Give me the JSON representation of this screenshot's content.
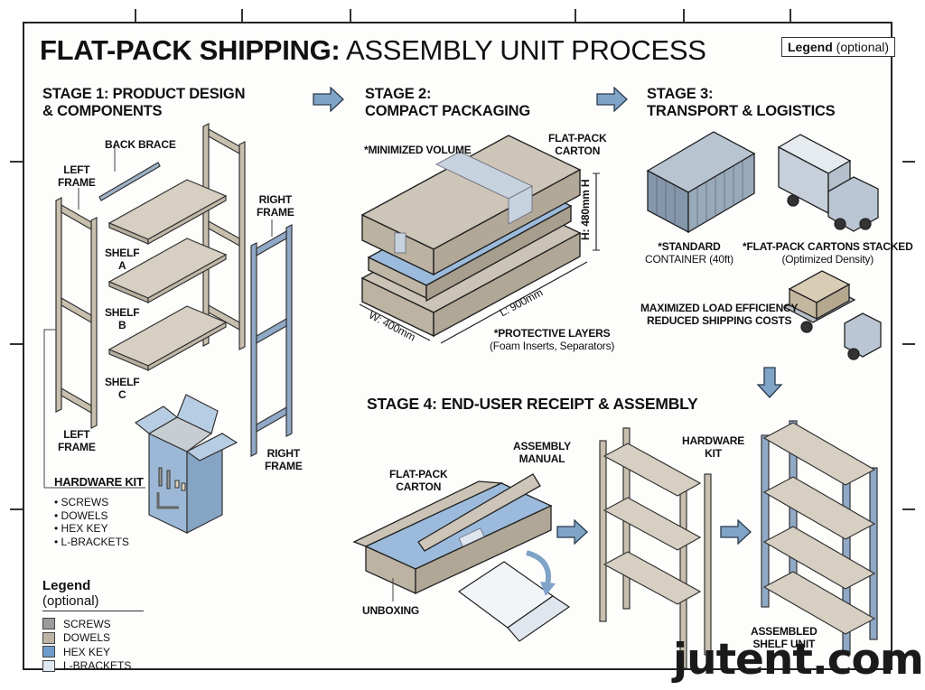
{
  "title": {
    "bold": "FLAT-PACK SHIPPING:",
    "regular": " ASSEMBLY UNIT PROCESS"
  },
  "legend_top": {
    "bold": "Legend",
    "regular": " (optional)"
  },
  "colors": {
    "wood": "#cfc7b8",
    "frame_tan": "#c9bfae",
    "steel_blue": "#8fa9c6",
    "arrow_blue": "#7fa4c8",
    "cardboard": "#cbc3b5",
    "foam_blue": "#9cbbdc",
    "outline": "#222222"
  },
  "stage1": {
    "heading_line1": "STAGE 1: PRODUCT DESIGN",
    "heading_line2": "& COMPONENTS",
    "labels": {
      "back_brace": "BACK BRACE",
      "left_frame_top_1": "LEFT",
      "left_frame_top_2": "FRAME",
      "right_frame_top_1": "RIGHT",
      "right_frame_top_2": "FRAME",
      "shelf_a_1": "SHELF",
      "shelf_a_2": "A",
      "shelf_b_1": "SHELF",
      "shelf_b_2": "B",
      "shelf_c_1": "SHELF",
      "shelf_c_2": "C",
      "left_frame_bottom_1": "LEFT",
      "left_frame_bottom_2": "FRAME",
      "right_frame_bottom_1": "RIGHT",
      "right_frame_bottom_2": "FRAME",
      "hardware_kit": "HARDWARE KIT"
    },
    "hardware_items": [
      "SCREWS",
      "DOWELS",
      "HEX KEY",
      "L-BRACKETS"
    ]
  },
  "stage2": {
    "heading_line1": "STAGE 2:",
    "heading_line2": "COMPACT PACKAGING",
    "labels": {
      "minimized_volume": "*MINIMIZED VOLUME",
      "carton_1": "FLAT-PACK",
      "carton_2": "CARTON",
      "height": "H: 480mm H",
      "length": "L: 900mm",
      "width": "W: 400mm",
      "protective_1": "*PROTECTIVE LAYERS",
      "protective_2": "(Foam Inserts, Separators)"
    }
  },
  "stage3": {
    "heading_line1": "STAGE 3:",
    "heading_line2": "TRANSPORT & LOGISTICS",
    "labels": {
      "container_1": "*STANDARD",
      "container_2": "CONTAINER (40ft)",
      "stacked_1": "*FLAT-PACK CARTONS STACKED",
      "stacked_2": "(Optimized Density)",
      "efficiency_1": "MAXIMIZED LOAD EFFICIENCY",
      "efficiency_2": "REDUCED SHIPPING COSTS"
    }
  },
  "stage4": {
    "heading": "STAGE 4: END-USER RECEIPT & ASSEMBLY",
    "labels": {
      "carton_1": "FLAT-PACK",
      "carton_2": "CARTON",
      "manual_1": "ASSEMBLY",
      "manual_2": "MANUAL",
      "unboxing": "UNBOXING",
      "hardware_1": "HARDWARE",
      "hardware_2": "KIT",
      "assembled_1": "ASSEMBLED",
      "assembled_2": "SHELF UNIT"
    }
  },
  "legend_bottom": {
    "title_bold": "Legend",
    "title_regular": " (optional)",
    "items": [
      {
        "label": "SCREWS",
        "color": "#9a9c9e"
      },
      {
        "label": "DOWELS",
        "color": "#bdb4a5"
      },
      {
        "label": "HEX KEY",
        "color": "#6f9ccb"
      },
      {
        "label": "L-BRACKETS",
        "color": "#dfe8f1"
      }
    ]
  },
  "watermark": "jutent.com"
}
